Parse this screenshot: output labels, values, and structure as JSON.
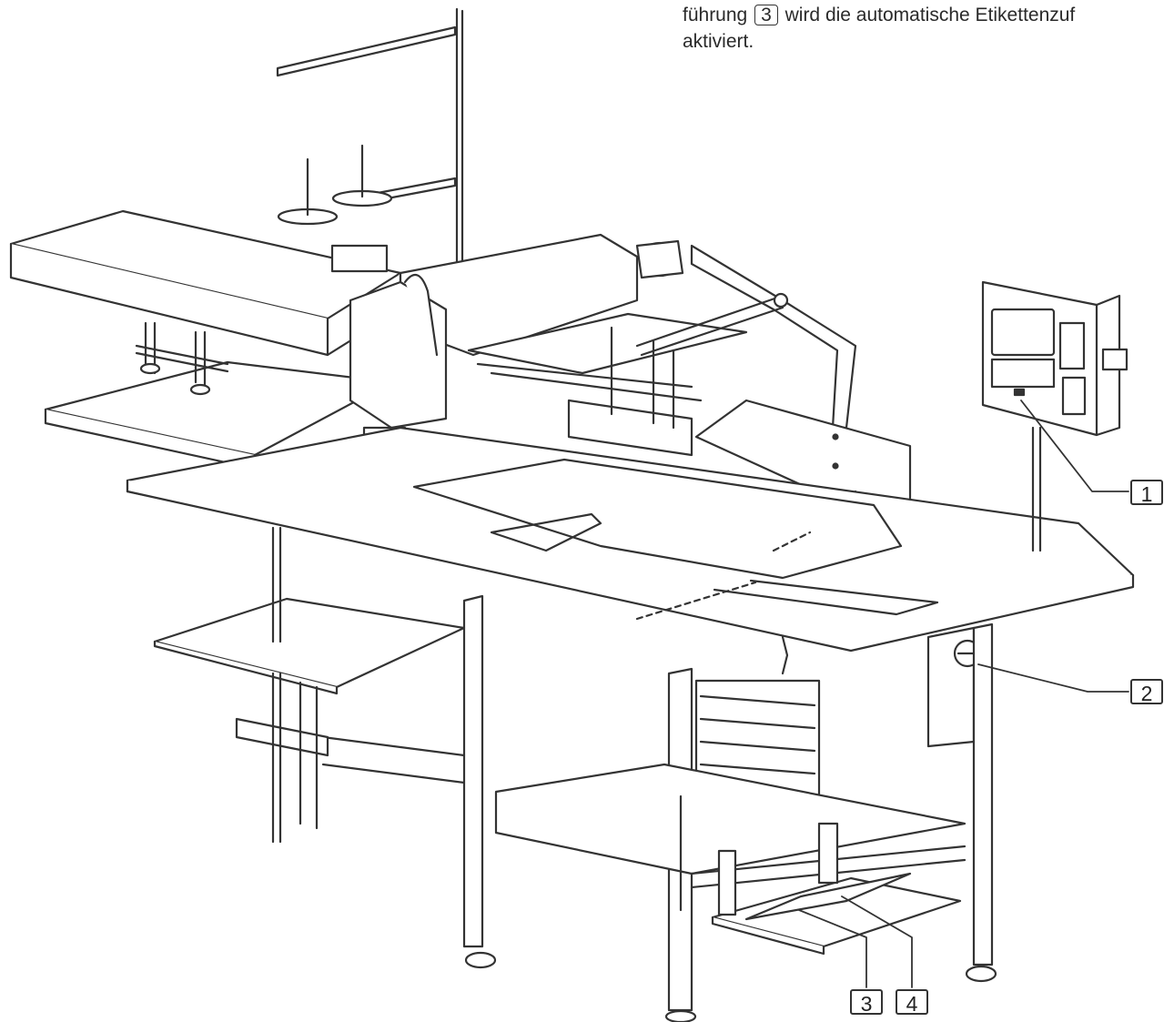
{
  "caption": {
    "line1_before": "führung",
    "line1_ref": "3",
    "line1_after": "wird die automatische Etikettenzuf",
    "line2": "aktiviert."
  },
  "callouts": [
    {
      "id": "1",
      "label": "1"
    },
    {
      "id": "2",
      "label": "2"
    },
    {
      "id": "3",
      "label": "3"
    },
    {
      "id": "4",
      "label": "4"
    }
  ],
  "colors": {
    "line": "#333333",
    "fill": "#ffffff",
    "shade": "#e9e9e9"
  }
}
